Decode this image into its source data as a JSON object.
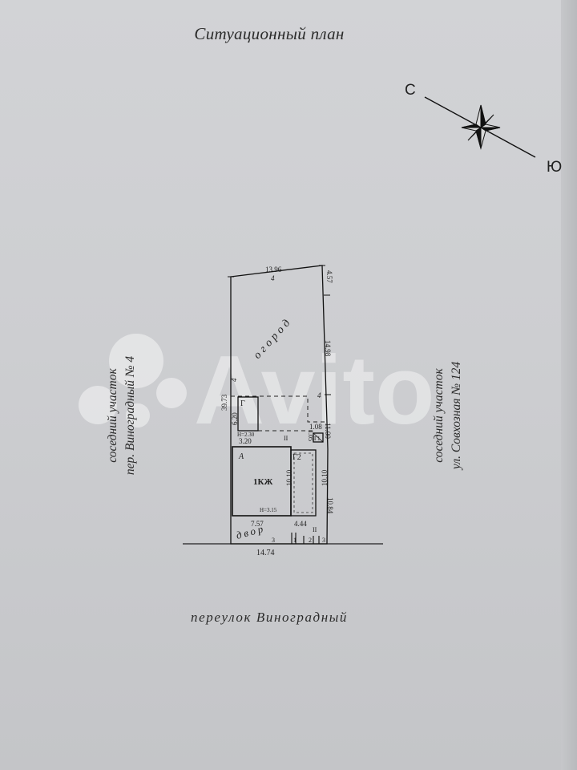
{
  "title": "Ситуационный план",
  "compass": {
    "north": "С",
    "south": "Ю"
  },
  "street": "переулок Виноградный",
  "left_neighbor": {
    "line1": "соседний участок",
    "line2": "пер. Виноградный № 4"
  },
  "right_neighbor": {
    "line1": "соседний участок",
    "line2": "ул. Совхозная № 124"
  },
  "watermark": "Avito",
  "plot": {
    "garden_label": "огород",
    "yard_label": "двор",
    "house_label": "1КЖ",
    "letters": {
      "a": "А",
      "g": "Г",
      "g2": "Г2",
      "g1": "Г1"
    },
    "fence_marks": [
      "4",
      "4",
      "4",
      "II",
      "II",
      "1",
      "2",
      "3",
      "3"
    ],
    "dimensions": {
      "top": "13.96",
      "right_top": "4.57",
      "right_mid": "14.98",
      "right_low": "11.00",
      "right_bottom": "10.84",
      "left_total": "39.73",
      "g_height": "6.20",
      "g_width": "3.20",
      "g_h": "Н=2.30",
      "small_w": "1.08",
      "small_h": "1.05",
      "house_h1": "10.10",
      "house_h2": "10.10",
      "house_height": "Н=3.15",
      "yard_w1": "7.57",
      "yard_w2": "4.44",
      "bottom_total": "14.74"
    }
  }
}
